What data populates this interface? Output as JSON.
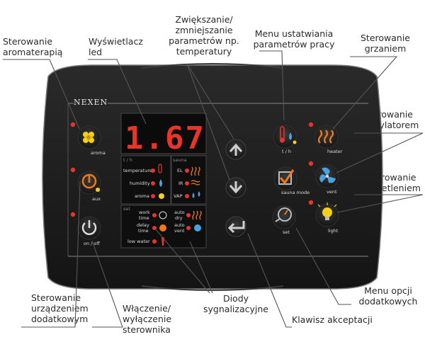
{
  "brand": "NEXEN",
  "display": {
    "value": "1.67"
  },
  "callouts": {
    "aromatherapy": [
      "Sterowanie",
      "aromaterapią"
    ],
    "display_led": [
      "Wyświetlacz",
      "led"
    ],
    "temp_adjust": [
      "Zwiększanie/",
      "zmniejszanie",
      "parametrów np.",
      "temperatury"
    ],
    "settings_menu": [
      "Menu ustatwiania",
      "parametrów pracy"
    ],
    "heating": [
      "Sterowanie",
      "grzaniem"
    ],
    "fan": [
      "Sterowanie",
      "wentylatorem"
    ],
    "lighting": [
      "Sterowanie",
      "oświetleniem"
    ],
    "aux_device": [
      "Sterowanie",
      "urządzeniem",
      "dodatkowym"
    ],
    "power": [
      "Włączenie/",
      "wyłączenie",
      "sterownika"
    ],
    "indicator_leds": [
      "Diody",
      "sygnalizacyjne"
    ],
    "accept_key": [
      "Klawisz akceptacji"
    ],
    "extra_options": [
      "Menu opcji",
      "dodatkowych"
    ]
  },
  "panel_labels": {
    "aroma": "aroma",
    "aux": "aux",
    "on_off": "on / off",
    "t_h": "t / h",
    "sauna": "sauna",
    "temperature": "temperature",
    "humidity": "humidity",
    "aroma_ind": "aroma",
    "el": "EL",
    "ir": "IR",
    "vap": "VAP",
    "set": "set",
    "work_time_1": "work",
    "work_time_2": "time",
    "delay_time_1": "delay",
    "delay_time_2": "time",
    "low_water": "low water",
    "auto_dry_1": "auto",
    "auto_dry_2": "dry",
    "auto_vent_1": "auto",
    "auto_vent_2": "vent",
    "t_h_btn": "t / h",
    "sauna_mode": "sauna mode",
    "set_btn": "set",
    "heater": "heater",
    "vent": "vent",
    "light": "light"
  },
  "colors": {
    "panel": "#1c1c1c",
    "led_red": "#e8352a",
    "orange": "#f07a1a",
    "blue": "#4aa3e0",
    "yellow": "#f5d019",
    "callout_line": "#555555"
  }
}
